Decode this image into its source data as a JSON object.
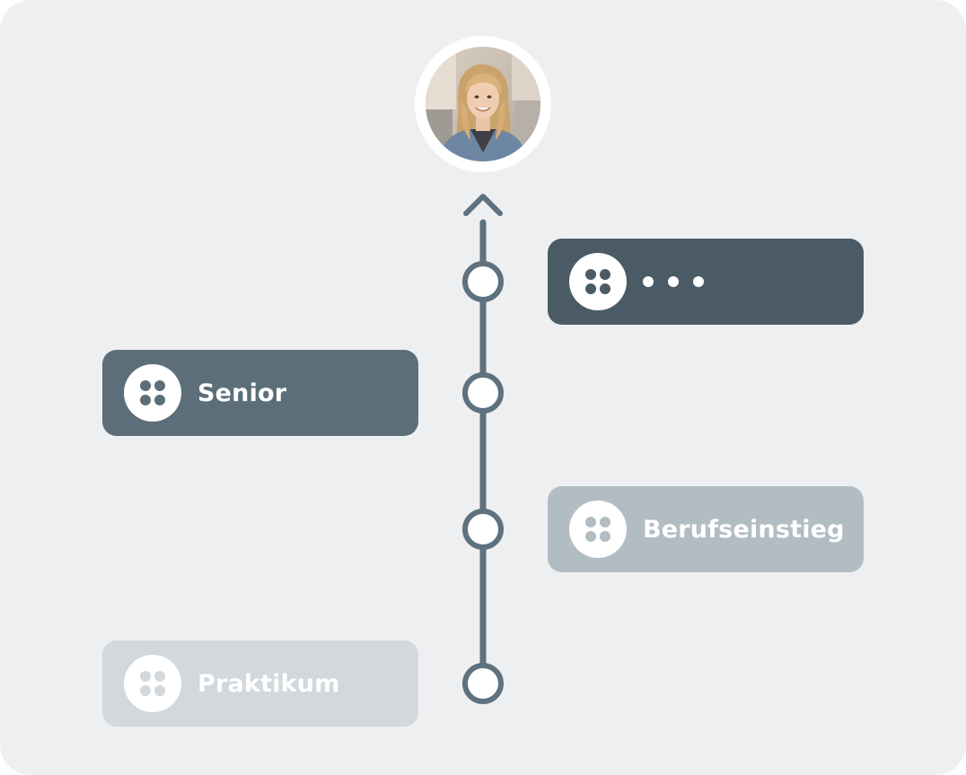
{
  "colors": {
    "panel": "#eeeff1",
    "line": "#5e717e",
    "level_current": "#4a5b66",
    "level_senior": "#5c6e79",
    "level_entry": "#b2bdc3",
    "level_intern": "#d2d8dc"
  },
  "profile": {
    "avatar_icon": "profile-photo"
  },
  "levels": [
    {
      "label": "",
      "placeholder": "ellipsis",
      "icon": "grid-dots-icon",
      "color": "#4a5b66"
    },
    {
      "label": "Senior",
      "icon": "grid-dots-icon",
      "color": "#5c6e79"
    },
    {
      "label": "Berufseinstieg",
      "icon": "grid-dots-icon",
      "color": "#b2bdc3"
    },
    {
      "label": "Praktikum",
      "icon": "grid-dots-icon",
      "color": "#d2d8dc"
    }
  ]
}
